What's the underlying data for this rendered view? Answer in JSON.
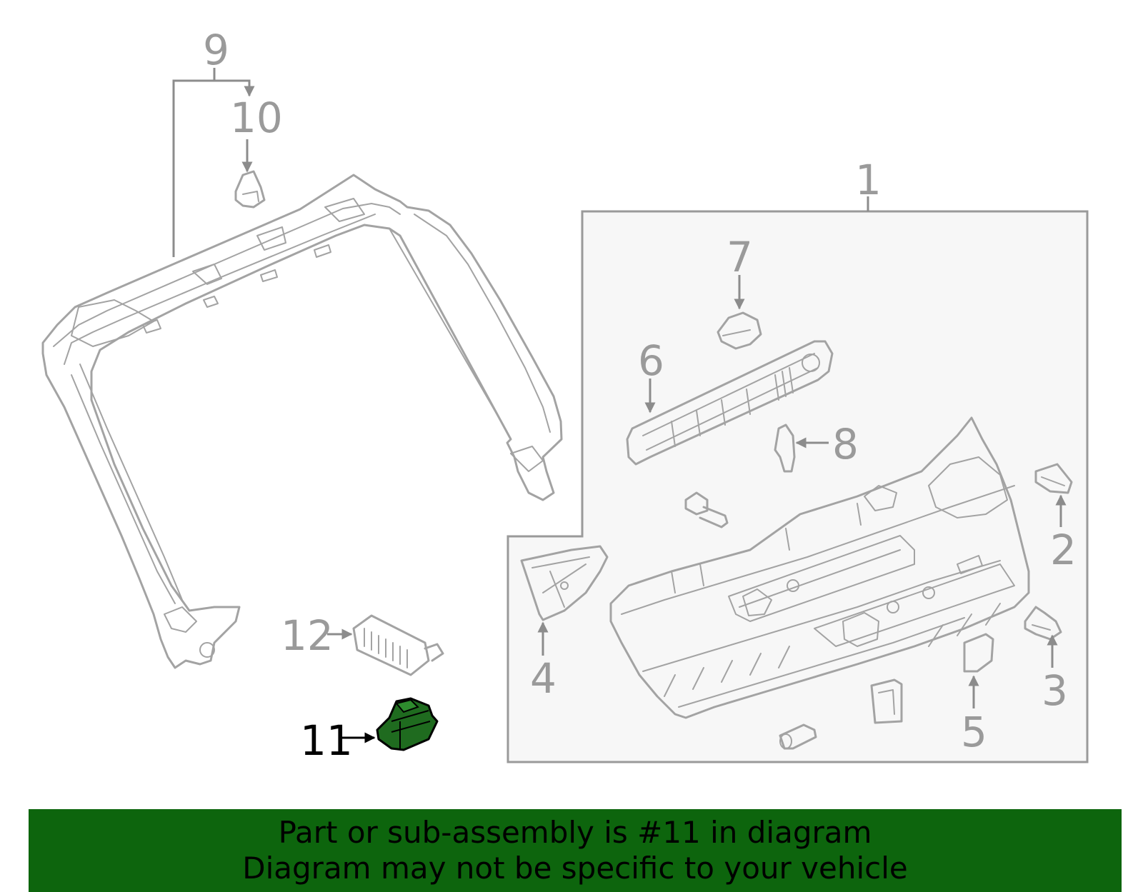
{
  "callouts": {
    "c1": "1",
    "c2": "2",
    "c3": "3",
    "c4": "4",
    "c5": "5",
    "c6": "6",
    "c7": "7",
    "c8": "8",
    "c9": "9",
    "c10": "10",
    "c11": "11",
    "c12": "12"
  },
  "highlight": {
    "part": "11",
    "color": "#1f6b1f"
  },
  "banner": {
    "line1": "Part or sub-assembly is #11 in diagram",
    "line2": "Diagram may not be specific to your vehicle",
    "background": "#0d650d"
  }
}
